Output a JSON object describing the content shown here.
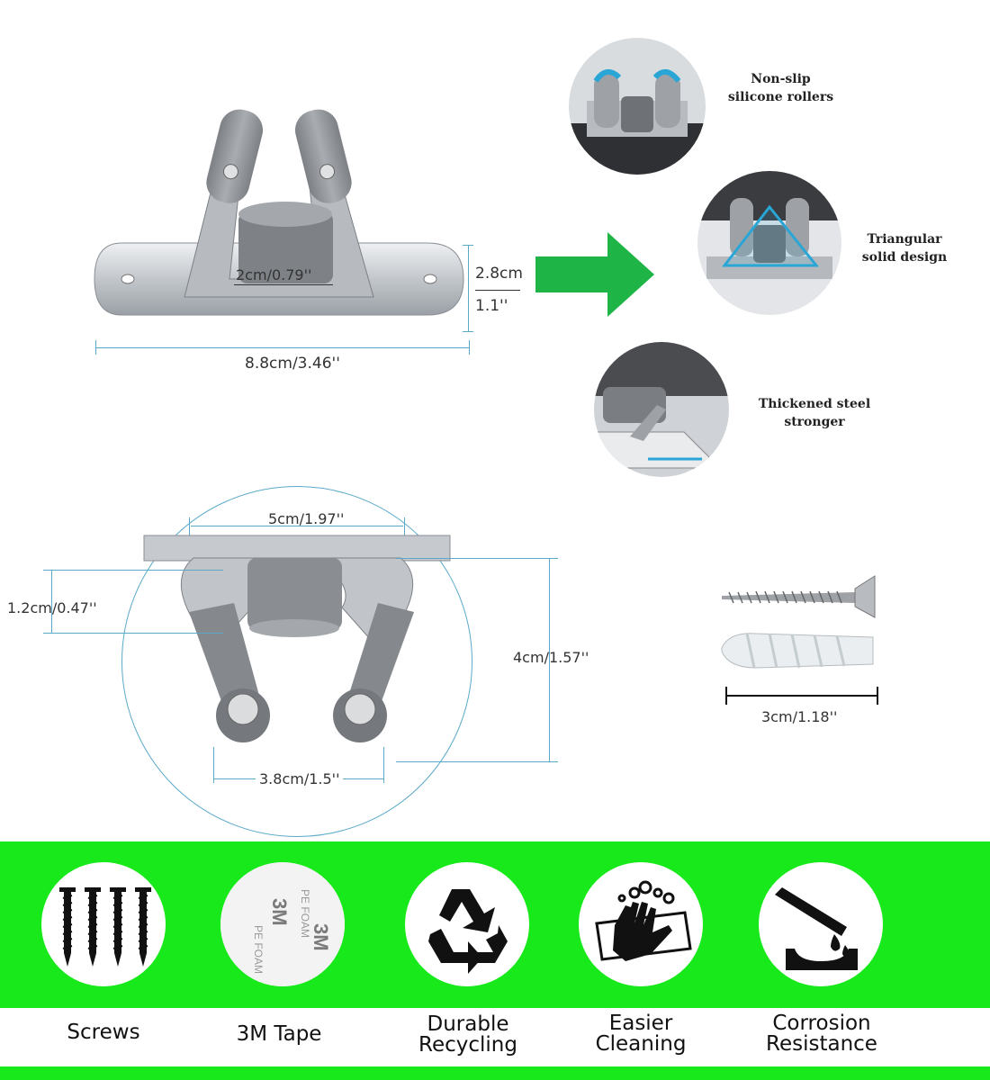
{
  "top_dims": {
    "inner": "2cm/0.79''",
    "height_cm": "2.8cm",
    "height_in": "1.1''",
    "width": "8.8cm/3.46''"
  },
  "features": [
    {
      "line1": "Non-slip",
      "line2": "silicone rollers",
      "icon": "roller-closeup-image"
    },
    {
      "line1": "Triangular",
      "line2": "solid design",
      "icon": "triangle-design-image"
    },
    {
      "line1": "Thickened steel",
      "line2": "stronger",
      "icon": "steel-closeup-image"
    }
  ],
  "mid_dims": {
    "top_gap": "5cm/1.97''",
    "plate_depth": "1.2cm/0.47''",
    "height": "4cm/1.57''",
    "roller_gap": "3.8cm/1.5''",
    "screw_length": "3cm/1.18''"
  },
  "benefits": [
    {
      "line1": "Screws",
      "line2": "",
      "icon": "screws-icon"
    },
    {
      "line1": "3M Tape",
      "line2": "",
      "icon": "tape-icon",
      "tape_text_a": "3M",
      "tape_text_b": "PE FOAM"
    },
    {
      "line1": "Durable",
      "line2": "Recycling",
      "icon": "recycle-icon"
    },
    {
      "line1": "Easier",
      "line2": "Cleaning",
      "icon": "cleaning-hand-icon"
    },
    {
      "line1": "Corrosion",
      "line2": "Resistance",
      "icon": "corrosion-icon"
    }
  ],
  "colors": {
    "band": "#17e91b",
    "arrow": "#1fb446",
    "dimension_line": "#5aa9c9",
    "steel": "#c9ccd0",
    "rubber": "#8a8d91"
  }
}
